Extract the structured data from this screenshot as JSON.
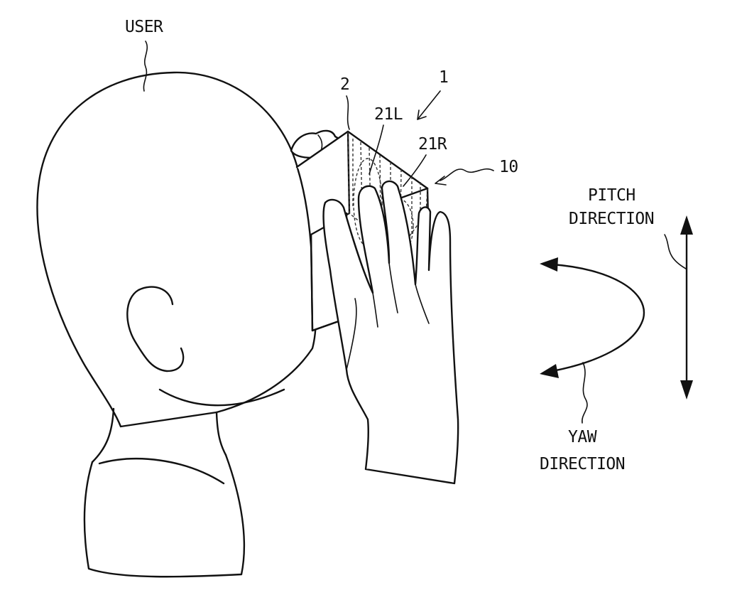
{
  "labels": {
    "user": "USER",
    "ref_device": "1",
    "ref_housing": "2",
    "ref_left": "21L",
    "ref_right": "21R",
    "ref_body": "10",
    "pitch_line1": "PITCH",
    "pitch_line2": "DIRECTION",
    "yaw_line1": "YAW",
    "yaw_line2": "DIRECTION"
  },
  "colors": {
    "ink": "#111111",
    "background": "#ffffff"
  }
}
